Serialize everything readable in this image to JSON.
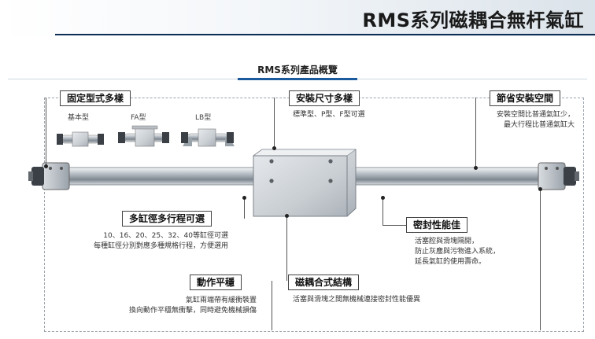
{
  "header": {
    "title": "RMS系列磁耦合無杆氣缸"
  },
  "section": {
    "title": "RMS系列產品概覽"
  },
  "features": {
    "mounting": {
      "label": "固定型式多樣",
      "types": [
        "基本型",
        "FA型",
        "LB型"
      ]
    },
    "sizes": {
      "label": "安裝尺寸多樣",
      "desc": "標準型、P型、F型可選"
    },
    "space": {
      "label": "節省安裝空間",
      "lines": [
        "安裝空間比普通氣缸少，",
        "最大行程比普通氣缸大"
      ]
    },
    "bore_stroke": {
      "label": "多缸徑多行程可選",
      "lines": [
        "10、16、20、25、32、40等缸徑可選",
        "每種缸徑分別對應多種規格行程，方便選用"
      ]
    },
    "sealing": {
      "label": "密封性能佳",
      "lines": [
        "活塞腔與滑塊隔開，",
        "防止灰塵與污物進入系統，",
        "延長氣缸的使用壽命。"
      ]
    },
    "smooth": {
      "label": "動作平穩",
      "lines": [
        "氣缸兩端帶有緩衝裝置",
        "換向動作平穩無衝擊，同時避免機械損傷"
      ]
    },
    "coupling": {
      "label": "磁耦合式結構",
      "desc": "活塞與滑塊之間無機械連接密封性能優異"
    }
  },
  "colors": {
    "header_rule": "#0e2f55",
    "section_underline": "#1b5a9c",
    "metal": "#c9ced3"
  }
}
